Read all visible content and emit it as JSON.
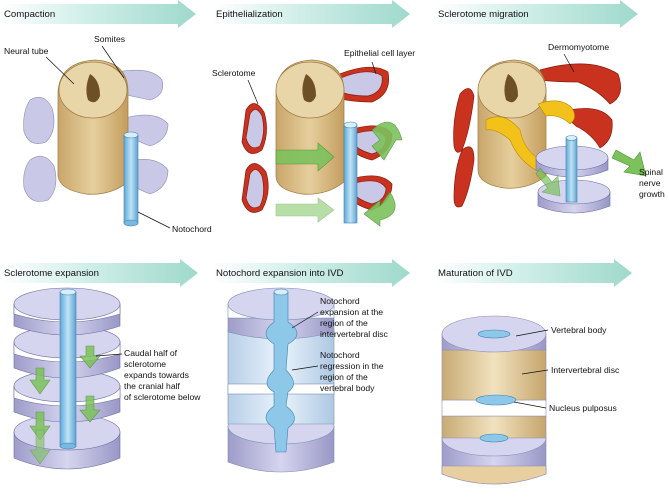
{
  "panels": [
    {
      "title": "Compaction",
      "labels": {
        "neural_tube": "Neural tube",
        "somites": "Somites",
        "notochord": "Notochord"
      }
    },
    {
      "title": "Epithelialization",
      "labels": {
        "sclerotome": "Sclerotome",
        "epithelial_cell_layer": "Epithelial cell layer"
      }
    },
    {
      "title": "Sclerotome migration",
      "labels": {
        "dermomyotome": "Dermomyotome",
        "spinal_nerve_growth": [
          "Spinal",
          "nerve",
          "growth"
        ]
      }
    },
    {
      "title": "Sclerotome expansion",
      "labels": {
        "caudal_half": [
          "Caudal half of",
          "sclerotome",
          "expands towards",
          "the cranial half",
          "of sclerotome below"
        ]
      }
    },
    {
      "title": "Notochord expansion into IVD",
      "labels": {
        "expansion": [
          "Notochord",
          "expansion at the",
          "region of the",
          "intervertebral disc"
        ],
        "regression": [
          "Notochord",
          "regression in the",
          "region of the",
          "vertebral body"
        ]
      }
    },
    {
      "title": "Maturation of IVD",
      "labels": {
        "vertebral_body": "Vertebral body",
        "intervertebral_disc": "Intervertebral disc",
        "nucleus_pulposus": "Nucleus pulposus"
      }
    }
  ],
  "colors": {
    "arrow_banner": "#a8dcd2",
    "somite": "#c9c8e6",
    "neural_tube": "#d4b47c",
    "notochord": "#8ec8e8",
    "sclerotome_red": "#c8321e",
    "green_arrow": "#7cc25c",
    "nerve_yellow": "#f2c21a",
    "disc_blue": "#cfe3f2",
    "ivd_tan": "#e8d4a8"
  }
}
